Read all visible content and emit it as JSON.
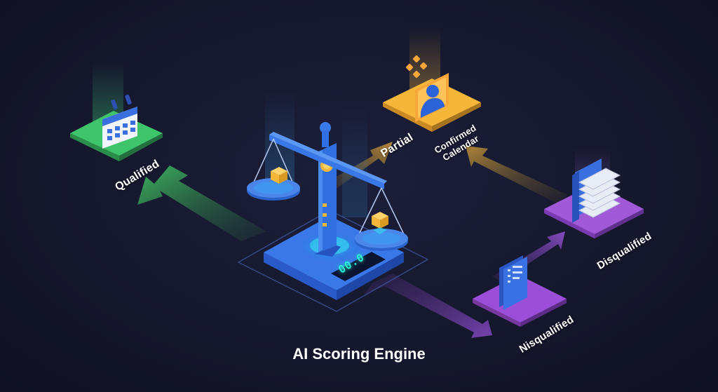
{
  "caption": "AI Scoring Engine",
  "nodes": {
    "qualified": {
      "label": "Qualified",
      "icon": "calendar-icon",
      "color": "#3ec46a"
    },
    "partial": {
      "label": "Partial"
    },
    "confirmed_calendar": {
      "label_line1": "Confirmed",
      "label_line2": "Calendar",
      "icon": "user-card-icon",
      "color": "#f4b73a"
    },
    "disqualified": {
      "label": "Disqualified",
      "icon": "document-stack-icon",
      "color": "#9b4fd8"
    },
    "nisqualified": {
      "label": "Nisqualified",
      "icon": "document-list-icon",
      "color": "#9b4fd8"
    }
  },
  "engine": {
    "icon": "balance-scale-icon",
    "display": "00.0",
    "color": "#3a78e8"
  }
}
